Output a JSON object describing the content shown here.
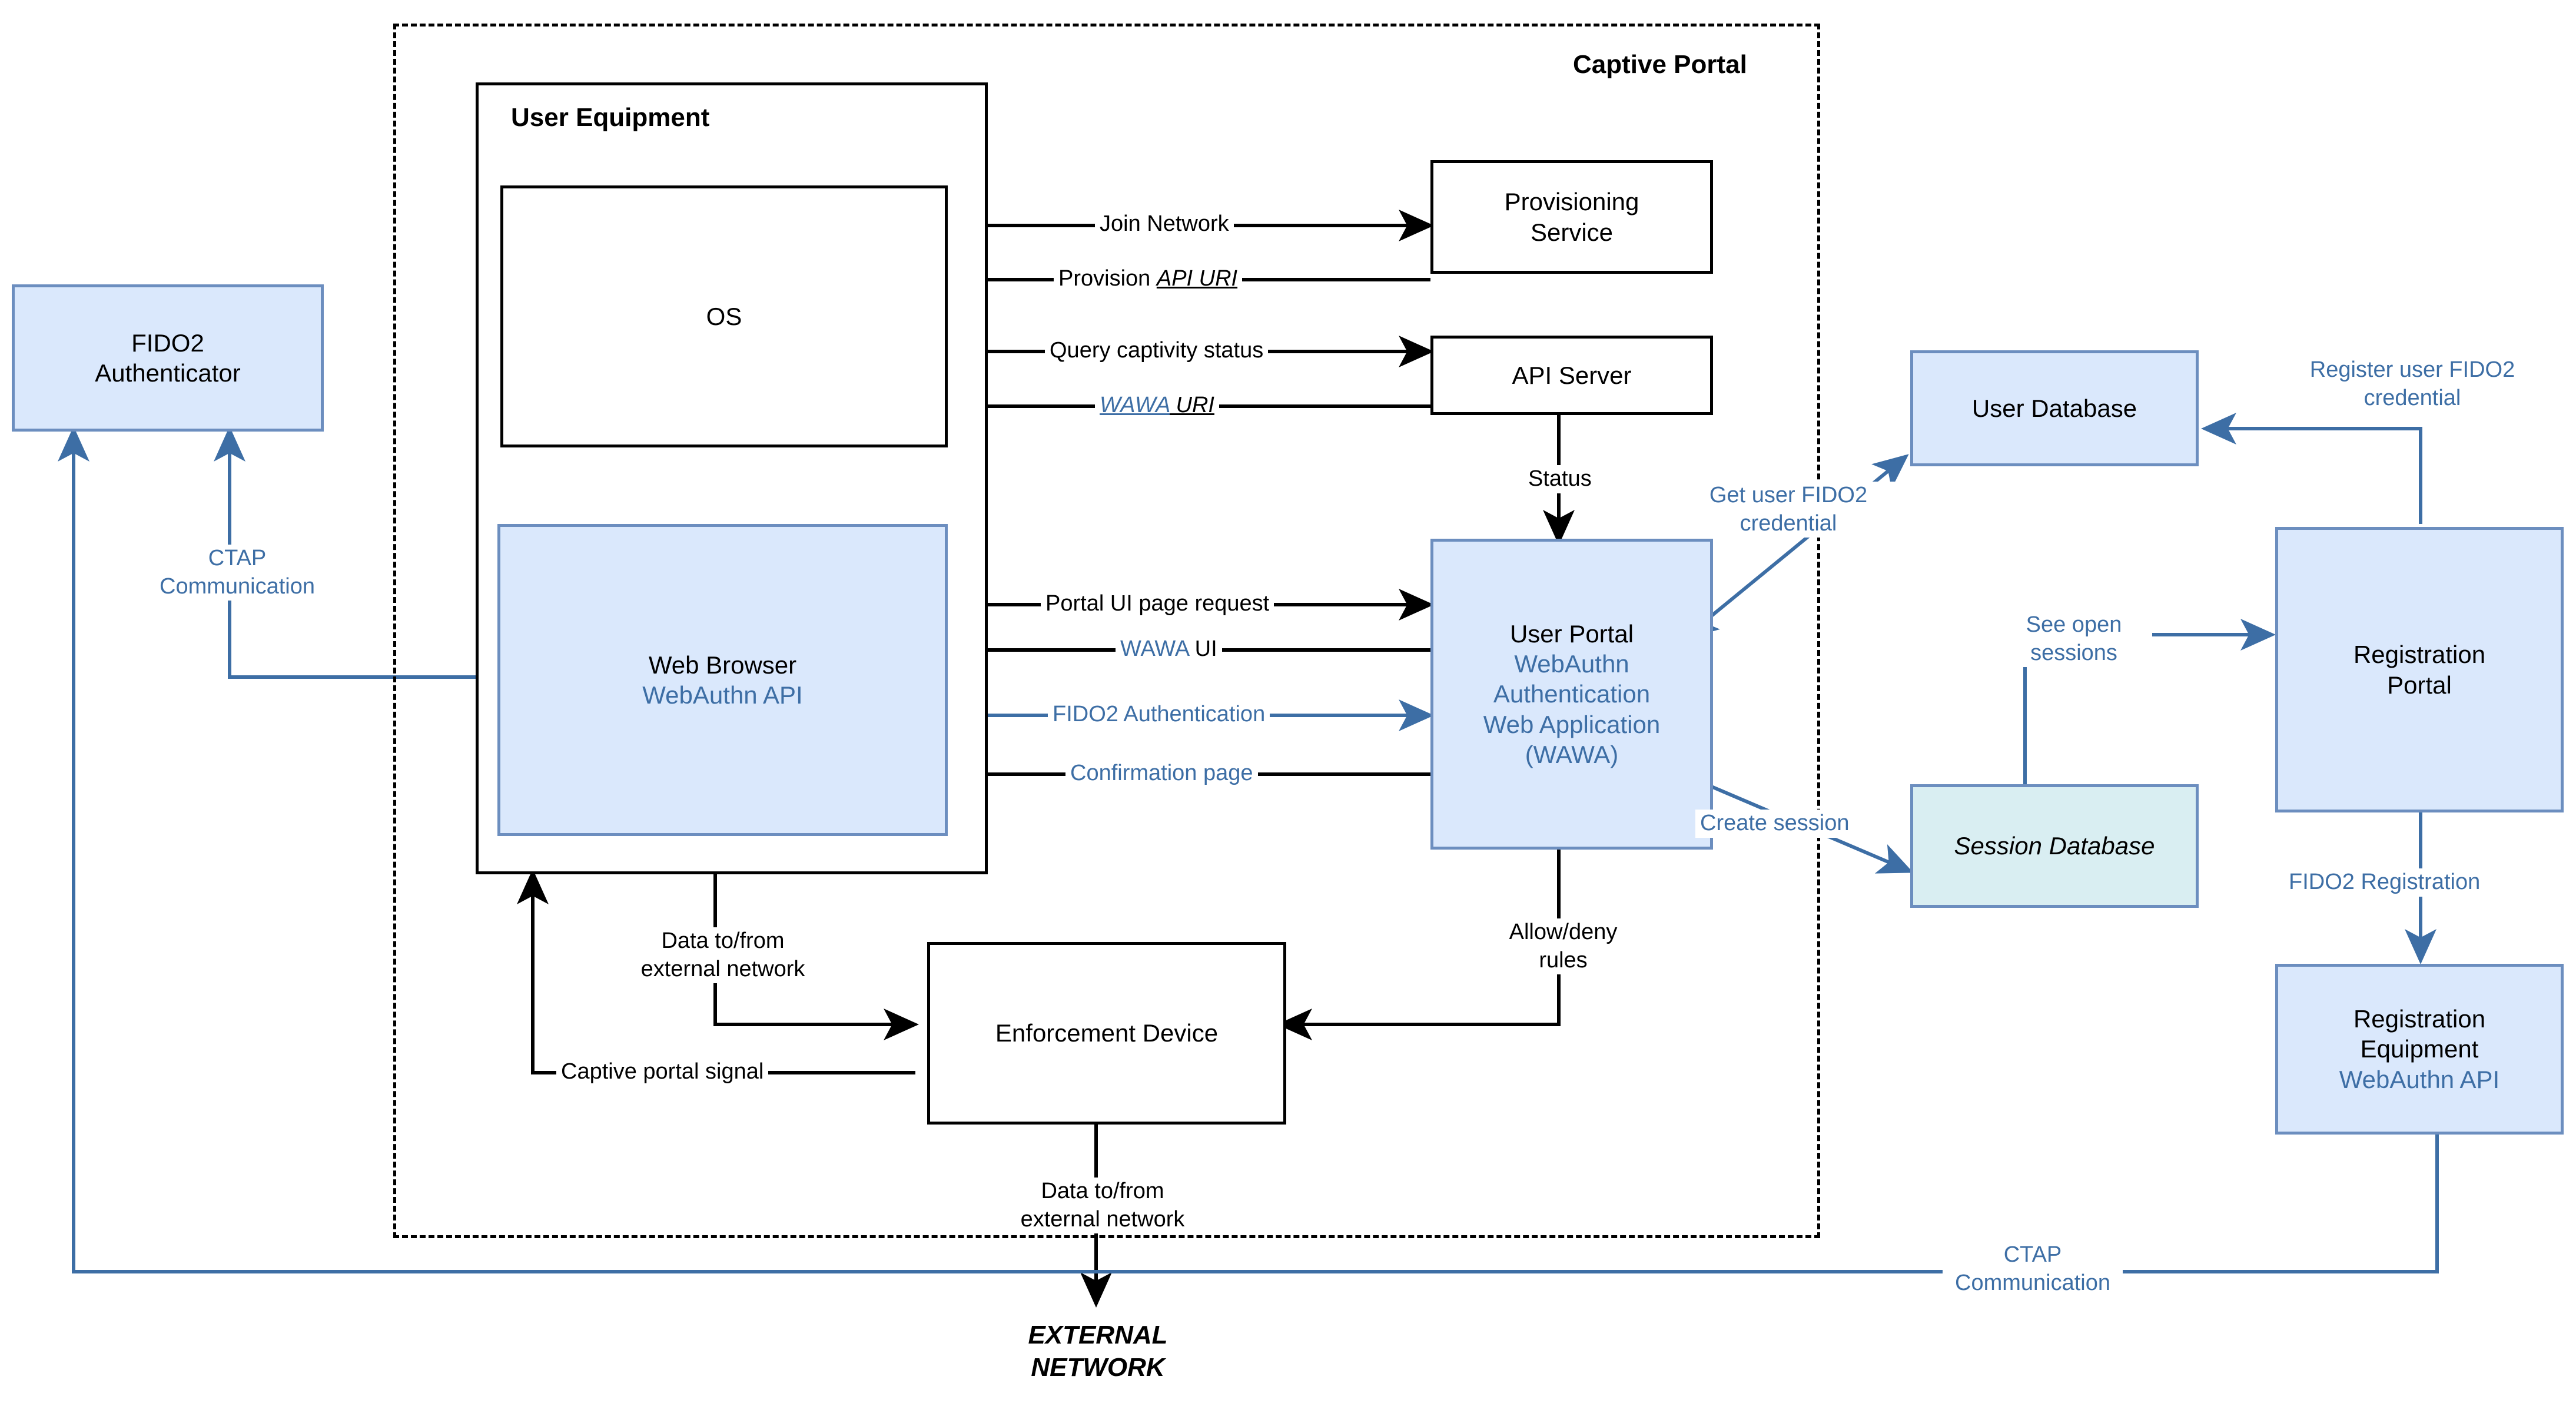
{
  "diagram": {
    "title": "Captive Portal FIDO2 / WebAuthn architecture",
    "colors": {
      "blue_fill": "#dae8fc",
      "blue_stroke": "#6c8ebf",
      "cyan_fill": "#d9eef2",
      "accent_text": "#3d6ea5",
      "black": "#000000"
    }
  },
  "groups": {
    "captive_portal": "Captive Portal",
    "user_equipment": "User Equipment"
  },
  "nodes": {
    "fido2_authenticator": {
      "line1": "FIDO2",
      "line2": "Authenticator"
    },
    "os": {
      "line1": "OS"
    },
    "web_browser": {
      "line1": "Web Browser",
      "line2": "WebAuthn API"
    },
    "provisioning_service": {
      "line1": "Provisioning",
      "line2": "Service"
    },
    "api_server": {
      "line1": "API Server"
    },
    "user_portal": {
      "line1": "User Portal",
      "line2": "WebAuthn",
      "line3": "Authentication",
      "line4": "Web Application",
      "line5": "(WAWA)"
    },
    "enforcement_device": {
      "line1": "Enforcement Device"
    },
    "user_database": {
      "line1": "User Database"
    },
    "session_database": {
      "line1": "Session Database"
    },
    "registration_portal": {
      "line1": "Registration",
      "line2": "Portal"
    },
    "registration_equipment": {
      "line1": "Registration",
      "line2": "Equipment",
      "line3": "WebAuthn API"
    },
    "external_network": {
      "line1": "EXTERNAL",
      "line2": "NETWORK"
    }
  },
  "edges": {
    "join_network": "Join Network",
    "provision_api_uri_prefix": "Provision ",
    "provision_api_uri_em": "API URI",
    "query_captivity_status": "Query captivity status",
    "wawa_uri_em": "WAWA",
    "wawa_uri_suffix": " URI",
    "status": "Status",
    "portal_ui_page_request": "Portal UI page request",
    "wawa_ui_em": "WAWA",
    "wawa_ui_suffix": " UI",
    "fido2_authentication": "FIDO2 Authentication",
    "confirmation_page": "Confirmation page",
    "ctap_communication_left_l1": "CTAP",
    "ctap_communication_left_l2": "Communication",
    "ctap_communication_bottom_l1": "CTAP",
    "ctap_communication_bottom_l2": "Communication",
    "data_external_network_upper_l1": "Data to/from",
    "data_external_network_upper_l2": "external network",
    "captive_portal_signal": "Captive portal signal",
    "allow_deny_rules_l1": "Allow/deny",
    "allow_deny_rules_l2": "rules",
    "data_external_network_lower_l1": "Data to/from",
    "data_external_network_lower_l2": "external network",
    "get_user_fido2_credential_l1": "Get user FIDO2",
    "get_user_fido2_credential_l2": "credential",
    "create_session": "Create session",
    "see_open_sessions_l1": "See open",
    "see_open_sessions_l2": "sessions",
    "register_user_fido2_credential_l1": "Register user FIDO2",
    "register_user_fido2_credential_l2": "credential",
    "fido2_registration": "FIDO2 Registration"
  }
}
